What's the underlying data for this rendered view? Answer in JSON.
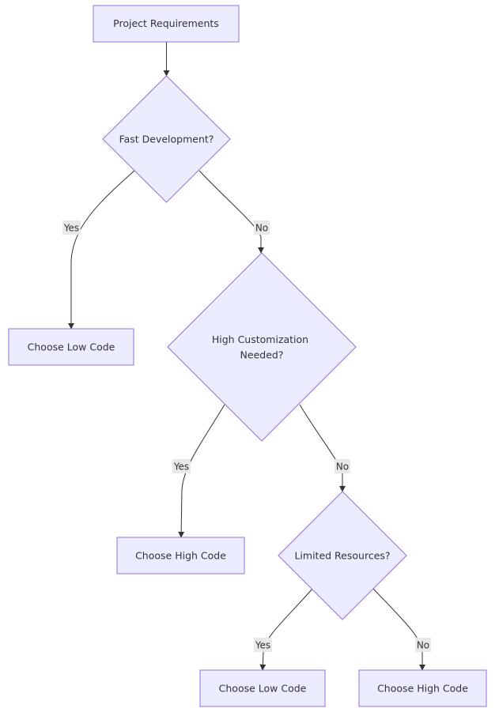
{
  "diagram": {
    "colors": {
      "node_fill": "#ececff",
      "node_stroke": "#9370db",
      "edge": "#333333",
      "label_bg": "#e8e8e8",
      "text": "#333333"
    },
    "nodes": {
      "start": {
        "line1": "Project Requirements"
      },
      "fast": {
        "line1": "Fast Development?"
      },
      "custom": {
        "line1": "High Customization",
        "line2": "Needed?"
      },
      "limited": {
        "line1": "Limited Resources?"
      },
      "low1": {
        "line1": "Choose Low Code"
      },
      "high1": {
        "line1": "Choose High Code"
      },
      "low2": {
        "line1": "Choose Low Code"
      },
      "high2": {
        "line1": "Choose High Code"
      }
    },
    "edges": {
      "fast_yes": {
        "label": "Yes"
      },
      "fast_no": {
        "label": "No"
      },
      "custom_yes": {
        "label": "Yes"
      },
      "custom_no": {
        "label": "No"
      },
      "limited_yes": {
        "label": "Yes"
      },
      "limited_no": {
        "label": "No"
      }
    }
  }
}
